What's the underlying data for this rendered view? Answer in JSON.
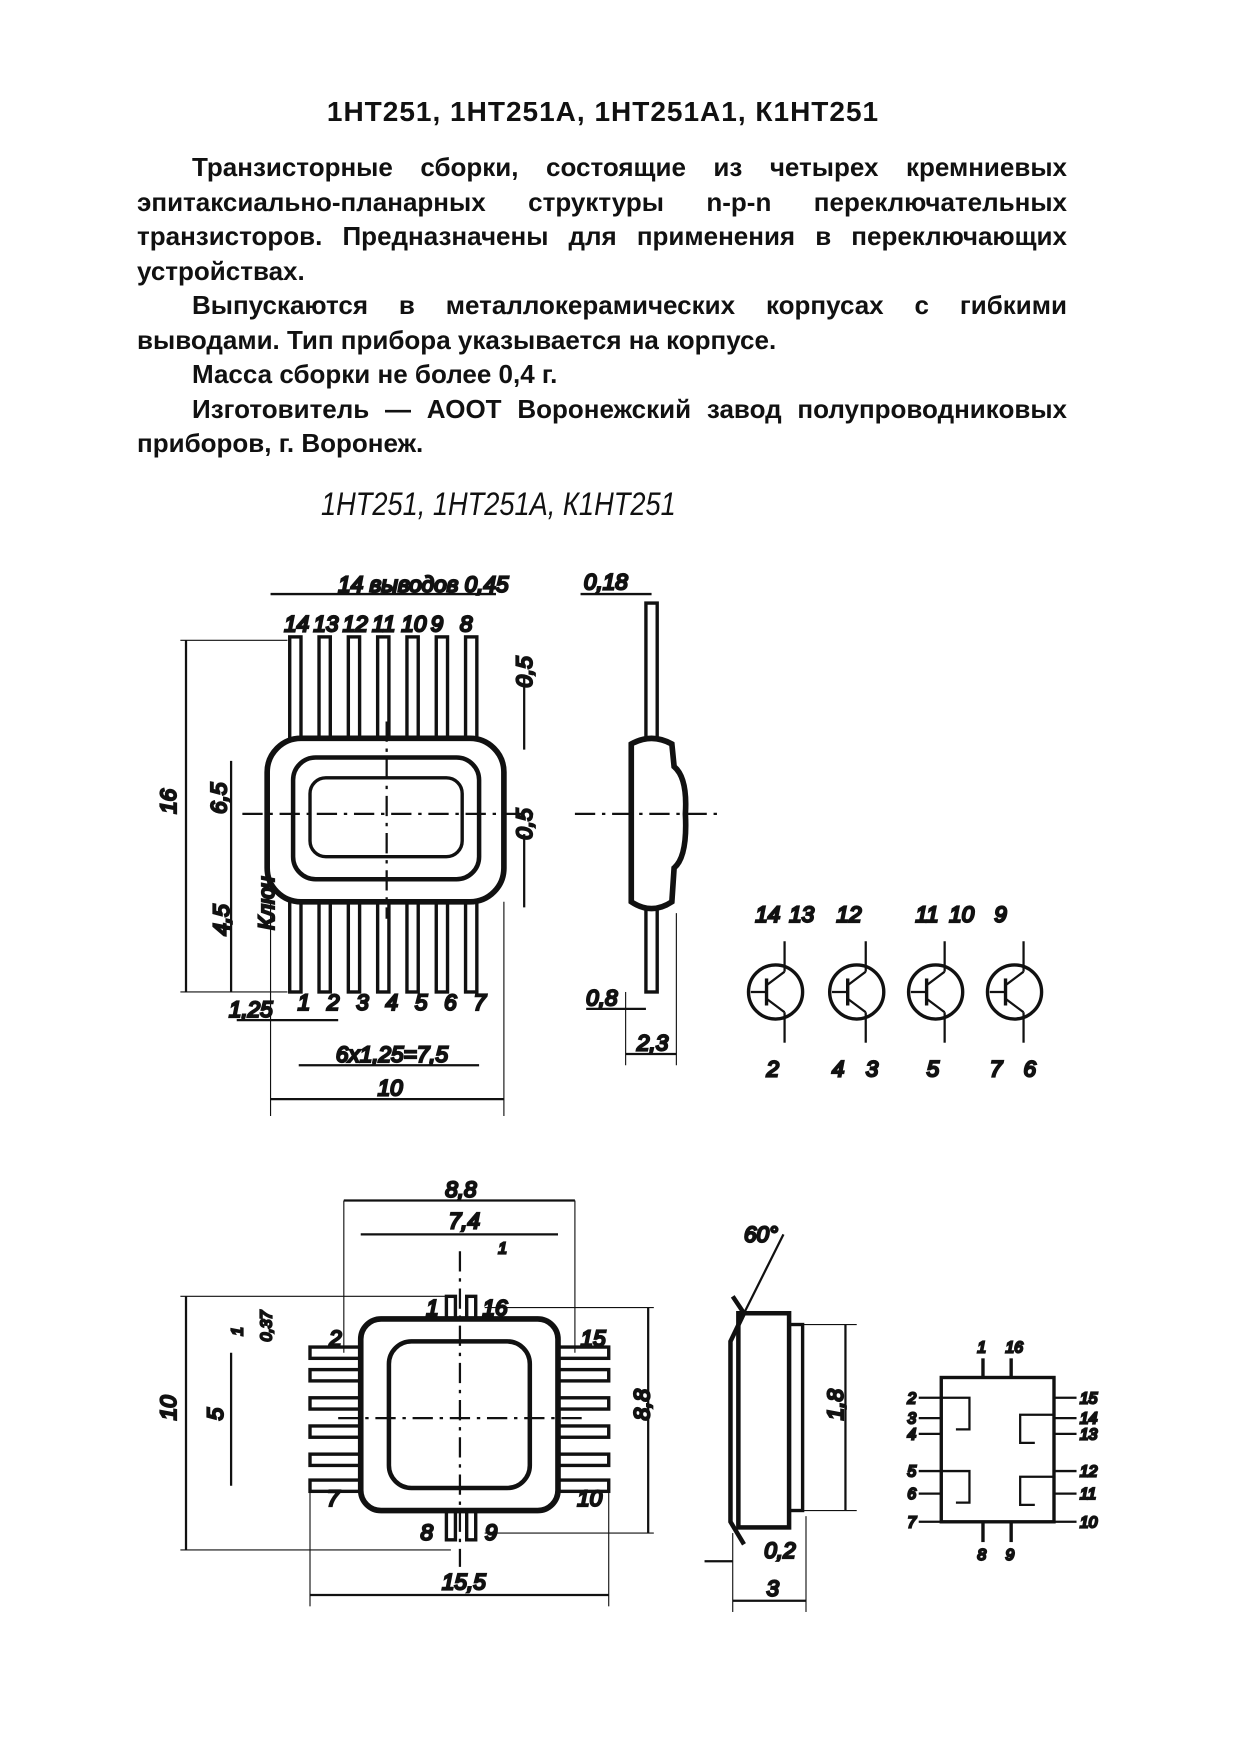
{
  "title": "1НТ251, 1НТ251А, 1НТ251А1, К1НТ251",
  "paragraphs": [
    "Транзисторные сборки, состоящие из четырех кремниевых эпитаксиально-планарных структуры n-p-n переключательных транзисторов. Предназначены для применения в переключающих устройствах.",
    "Выпускаются в металлокерамических корпусах с гибкими выводами. Тип прибора указывается на корпусе.",
    "Масса сборки не более 0,4 г.",
    "Изготовитель — АООТ Воронежский завод полупроводниковых приборов, г. Воронеж."
  ],
  "figure1": {
    "caption": "1НТ251, 1НТ251А, К1НТ251",
    "leads_label": "14 выводов 0,45",
    "top_pins": [
      "14",
      "13",
      "12",
      "11",
      "10",
      "9",
      "8"
    ],
    "bottom_pins": [
      "1",
      "2",
      "3",
      "4",
      "5",
      "6",
      "7"
    ],
    "dim_16": "16",
    "dim_6_5": "6,5",
    "dim_4_5": "4,5",
    "key": "Ключ",
    "dim_0_5_top": "0,5",
    "dim_0_5_bottom": "0,5",
    "dim_1_25": "1,25",
    "dim_pitch": "6x1,25=7,5",
    "dim_10": "10",
    "side_0_18": "0,18",
    "side_0_8": "0,8",
    "side_2_3": "2,3",
    "transistors": [
      {
        "top": [
          "14",
          "13"
        ],
        "bottom": [
          "2"
        ]
      },
      {
        "top": [
          "12"
        ],
        "bottom": [
          "4",
          "3"
        ]
      },
      {
        "top": [
          "11",
          "10"
        ],
        "bottom": [
          "5"
        ]
      },
      {
        "top": [
          "9"
        ],
        "bottom": [
          "7",
          "6"
        ]
      }
    ]
  },
  "figure2": {
    "dim_8_8_top": "8,8",
    "dim_7_4": "7,4",
    "dim_1_top": "1",
    "dim_10": "10",
    "dim_5": "5",
    "dim_1": "1",
    "dim_0_37": "0,37",
    "dim_8_8_right": "8,8",
    "dim_15_5": "15,5",
    "pins": {
      "p1": "1",
      "p16": "16",
      "p2": "2",
      "p15": "15",
      "p7": "7",
      "p10": "10",
      "p8": "8",
      "p9": "9"
    },
    "side_angle": "60°",
    "side_1_8": "1,8",
    "side_0_2": "0,2",
    "side_3": "3",
    "schematic": {
      "top": [
        "1",
        "16"
      ],
      "bottom": [
        "8",
        "9"
      ],
      "left": [
        "2",
        "3",
        "4",
        "5",
        "6",
        "7"
      ],
      "right": [
        "15",
        "14",
        "13",
        "12",
        "11",
        "10"
      ]
    }
  }
}
